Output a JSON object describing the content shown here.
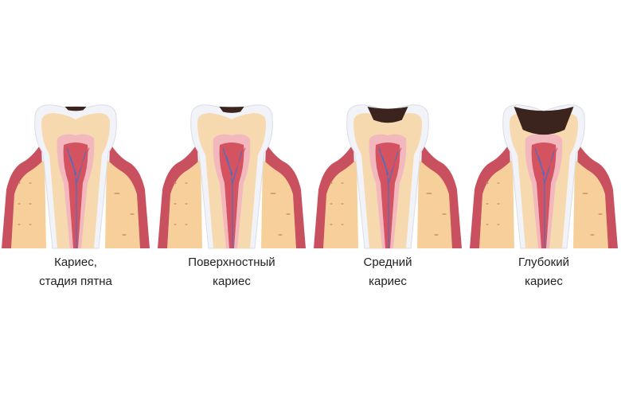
{
  "colors": {
    "background": "#ffffff",
    "gum": "#c9505f",
    "gum_edge": "#e07a86",
    "bone": "#f7cf9b",
    "enamel": "#f1f3f8",
    "dentin": "#f6d9ae",
    "pulp": "#c93240",
    "pulp_light": "#f3b8be",
    "caries": "#3c241e",
    "nerve": "#4a6fc0",
    "caption_text": "#222222"
  },
  "stages": [
    {
      "caption": [
        "Кариес,",
        "стадия пятна"
      ],
      "lesion_depth": 0.05
    },
    {
      "caption": [
        "Поверхностный",
        "кариес"
      ],
      "lesion_depth": 0.12
    },
    {
      "caption": [
        "Средний",
        "кариес"
      ],
      "lesion_depth": 0.45
    },
    {
      "caption": [
        "Глубокий",
        "кариес"
      ],
      "lesion_depth": 0.85
    }
  ]
}
